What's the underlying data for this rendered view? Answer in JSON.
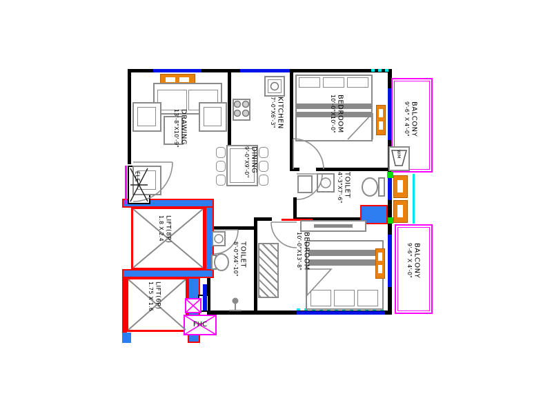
{
  "drawing_type": "apartment-floor-plan",
  "rooms": {
    "drawing": {
      "name": "DRAWING",
      "dim": "13'-8\"X10'-9\""
    },
    "kitchen": {
      "name": "KITCHEN",
      "dim": "7'-0\"X6'-3\""
    },
    "dining": {
      "name": "DINING",
      "dim": "9'-0\"X9'-0\""
    },
    "bedroom1": {
      "name": "BEDROOM",
      "dim": "10'-0\"X10'-0\""
    },
    "toilet1": {
      "name": "TOILET",
      "dim": "4'-3\"X7'-6\""
    },
    "bedroom2": {
      "name": "BEDROOM",
      "dim": "10'-0\"X13'-8\""
    },
    "toilet2": {
      "name": "TOILET",
      "dim": "8'-0\"X4'-10\""
    },
    "balcony_top": {
      "name": "BALCONY",
      "dim": "9'-6\" X 4'-0\""
    },
    "balcony_bottom": {
      "name": "BALCONY",
      "dim": "9'-6\" X 4'-0\""
    },
    "lift8": {
      "name": "LIFT(8P)",
      "dim": "1.8 X 2.4"
    },
    "lift6": {
      "name": "LIFT(6P)",
      "dim": "1.75 X 1.6"
    }
  },
  "annotations": {
    "ele": "ELE",
    "fhc": "FHC",
    "wm": "WM"
  },
  "colors": {
    "wall": "#000000",
    "window": "#0013e6",
    "balcony_border": "#ff00ff",
    "shear_wall_fill": "#2e7df0",
    "shear_wall_border": "#ff0000",
    "furniture_line": "#8a8a8a",
    "furniture_accent": "#e8820c",
    "tick_cyan": "#00e5ee",
    "duct_green": "#00dd00"
  }
}
